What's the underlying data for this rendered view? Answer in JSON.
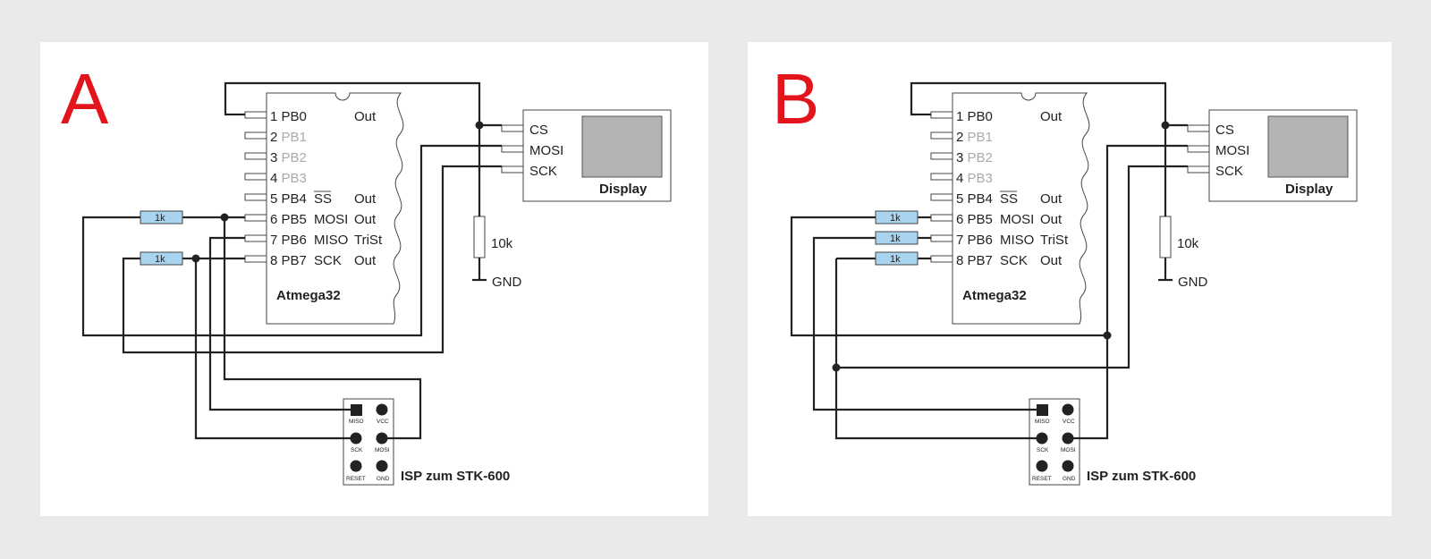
{
  "panels": [
    {
      "letter": "A",
      "chip_name": "Atmega32",
      "pins": [
        {
          "num": "1",
          "name": "PB0",
          "fn": "Out",
          "dim": false
        },
        {
          "num": "2",
          "name": "PB1",
          "fn": "",
          "dim": true
        },
        {
          "num": "3",
          "name": "PB2",
          "fn": "",
          "dim": true
        },
        {
          "num": "4",
          "name": "PB3",
          "fn": "",
          "dim": true
        },
        {
          "num": "5",
          "name": "PB4",
          "fn": "Out",
          "dim": false
        },
        {
          "num": "6",
          "name": "PB5",
          "fn": "Out",
          "dim": false
        },
        {
          "num": "7",
          "name": "PB6",
          "fn": "TriSt",
          "dim": false
        },
        {
          "num": "8",
          "name": "PB7",
          "fn": "Out",
          "dim": false
        }
      ],
      "pin_signals": {
        "pb4": "SS",
        "pb5": "MOSI",
        "pb6": "MISO",
        "pb7": "SCK"
      },
      "display": {
        "pins": [
          "CS",
          "MOSI",
          "SCK"
        ],
        "label": "Display"
      },
      "pullup": {
        "value": "10k",
        "gnd": "GND"
      },
      "resistor_value": "1k",
      "isp": {
        "label": "ISP zum STK-600",
        "pins": [
          "MISO",
          "VCC",
          "SCK",
          "MOSI",
          "RESET",
          "GND"
        ]
      }
    },
    {
      "letter": "B",
      "chip_name": "Atmega32",
      "pins": [
        {
          "num": "1",
          "name": "PB0",
          "fn": "Out",
          "dim": false
        },
        {
          "num": "2",
          "name": "PB1",
          "fn": "",
          "dim": true
        },
        {
          "num": "3",
          "name": "PB2",
          "fn": "",
          "dim": true
        },
        {
          "num": "4",
          "name": "PB3",
          "fn": "",
          "dim": true
        },
        {
          "num": "5",
          "name": "PB4",
          "fn": "Out",
          "dim": false
        },
        {
          "num": "6",
          "name": "PB5",
          "fn": "Out",
          "dim": false
        },
        {
          "num": "7",
          "name": "PB6",
          "fn": "TriSt",
          "dim": false
        },
        {
          "num": "8",
          "name": "PB7",
          "fn": "Out",
          "dim": false
        }
      ],
      "pin_signals": {
        "pb4": "SS",
        "pb5": "MOSI",
        "pb6": "MISO",
        "pb7": "SCK"
      },
      "display": {
        "pins": [
          "CS",
          "MOSI",
          "SCK"
        ],
        "label": "Display"
      },
      "pullup": {
        "value": "10k",
        "gnd": "GND"
      },
      "resistor_value": "1k",
      "isp": {
        "label": "ISP zum STK-600",
        "pins": [
          "MISO",
          "VCC",
          "SCK",
          "MOSI",
          "RESET",
          "GND"
        ]
      }
    }
  ],
  "colors": {
    "letter": "#e3141c",
    "resistor": "#a8d4f0",
    "display_screen": "#b3b3b3"
  }
}
